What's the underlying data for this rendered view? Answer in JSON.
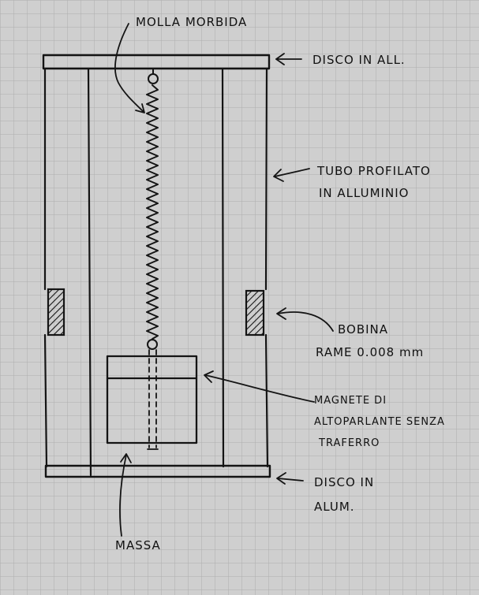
{
  "labels": {
    "spring": "MOLLA MORBIDA",
    "top_disc": "DISCO IN ALL.",
    "tube_line1": "TUBO PROFILATO",
    "tube_line2": "IN ALLUMINIO",
    "coil_line1": "BOBINA",
    "coil_line2": "RAME 0.008 mm",
    "magnet_line1": "MAGNETE DI",
    "magnet_line2": "ALTOPARLANTE SENZA",
    "magnet_line3": "TRAFERRO",
    "bottom_disc_line1": "DISCO IN",
    "bottom_disc_line2": "ALUM.",
    "mass": "MASSA"
  },
  "colors": {
    "paper": "#cfcfcf",
    "grid": "#aeaeae",
    "ink": "#141414"
  }
}
